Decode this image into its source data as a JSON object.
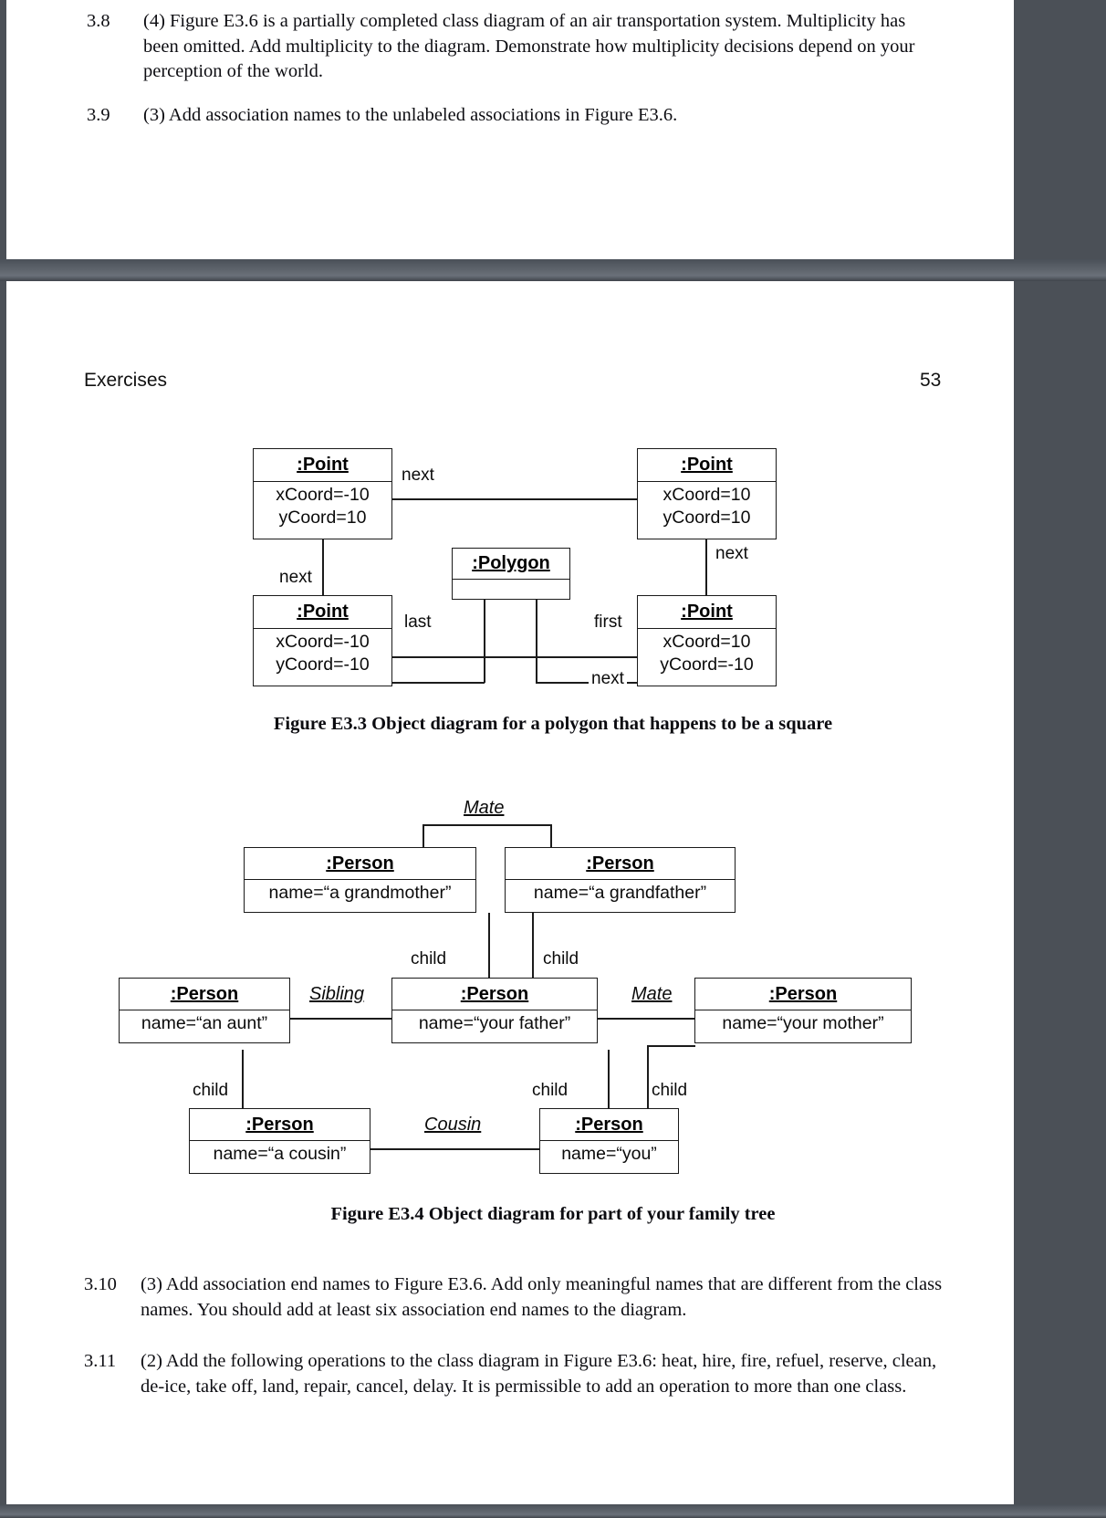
{
  "document": {
    "running_head_left": "Exercises",
    "running_head_right": "53"
  },
  "top_page": {
    "exercises": [
      {
        "number": "3.8",
        "text": "(4) Figure E3.6 is a partially completed class diagram of an air transportation system. Multiplicity has been omitted. Add multiplicity to the diagram. Demonstrate how multiplicity decisions depend on your perception of the world."
      },
      {
        "number": "3.9",
        "text": "(3) Add association names to the unlabeled associations in Figure E3.6."
      }
    ]
  },
  "bottom_exercises": [
    {
      "number": "3.10",
      "text": "(3) Add association end names to Figure E3.6. Add only meaningful names that are different from the class names. You should add at least six association end names to the diagram."
    },
    {
      "number": "3.11",
      "text": "(2) Add the following operations to the class diagram in Figure E3.6: heat, hire, fire, refuel, reserve, clean, de-ice, take off, land, repair, cancel, delay. It is permissible to add an operation to more than one class."
    }
  ],
  "figure_e33": {
    "caption": "Figure E3.3  Object diagram for a polygon that happens to be a square",
    "objects": [
      {
        "id": "p_tl",
        "header": ":Point",
        "attributes": [
          "xCoord=-10",
          "yCoord=10"
        ]
      },
      {
        "id": "p_tr",
        "header": ":Point",
        "attributes": [
          "xCoord=10",
          "yCoord=10"
        ]
      },
      {
        "id": "p_bl",
        "header": ":Point",
        "attributes": [
          "xCoord=-10",
          "yCoord=-10"
        ]
      },
      {
        "id": "p_br",
        "header": ":Point",
        "attributes": [
          "xCoord=10",
          "yCoord=-10"
        ]
      },
      {
        "id": "polygon",
        "header": ":Polygon",
        "attributes": []
      }
    ],
    "links": [
      {
        "label": "next",
        "from": "p_tl",
        "to": "p_tr"
      },
      {
        "label": "next",
        "from": "p_tl",
        "to": "p_bl"
      },
      {
        "label": "next",
        "from": "p_tr",
        "to": "p_br"
      },
      {
        "label": "next",
        "from": "p_bl",
        "to": "p_br"
      },
      {
        "label": "last",
        "from": "p_bl",
        "to": "polygon"
      },
      {
        "label": "first",
        "from": "polygon",
        "to": "p_br"
      }
    ]
  },
  "figure_e34": {
    "caption": "Figure E3.4  Object diagram for part of your family tree",
    "objects": [
      {
        "id": "grandmother",
        "header": ":Person",
        "attribute": "name=“a grandmother”"
      },
      {
        "id": "grandfather",
        "header": ":Person",
        "attribute": "name=“a grandfather”"
      },
      {
        "id": "aunt",
        "header": ":Person",
        "attribute": "name=“an aunt”"
      },
      {
        "id": "father",
        "header": ":Person",
        "attribute": "name=“your father”"
      },
      {
        "id": "mother",
        "header": ":Person",
        "attribute": "name=“your mother”"
      },
      {
        "id": "cousin",
        "header": ":Person",
        "attribute": "name=“a cousin”"
      },
      {
        "id": "you",
        "header": ":Person",
        "attribute": "name=“you”"
      }
    ],
    "association_labels": [
      {
        "name": "Mate",
        "between": [
          "grandmother",
          "grandfather"
        ]
      },
      {
        "name": "Sibling",
        "between": [
          "aunt",
          "father"
        ]
      },
      {
        "name": "Mate",
        "between": [
          "father",
          "mother"
        ]
      },
      {
        "name": "Cousin",
        "between": [
          "cousin",
          "you"
        ]
      }
    ],
    "role_labels": [
      {
        "name": "child",
        "from": "grandmother",
        "to": "father"
      },
      {
        "name": "child",
        "from": "grandfather",
        "to": "father"
      },
      {
        "name": "child",
        "from": "aunt",
        "to": "cousin"
      },
      {
        "name": "child",
        "from": "father",
        "to": "you"
      },
      {
        "name": "child",
        "from": "mother",
        "to": "you"
      }
    ]
  }
}
